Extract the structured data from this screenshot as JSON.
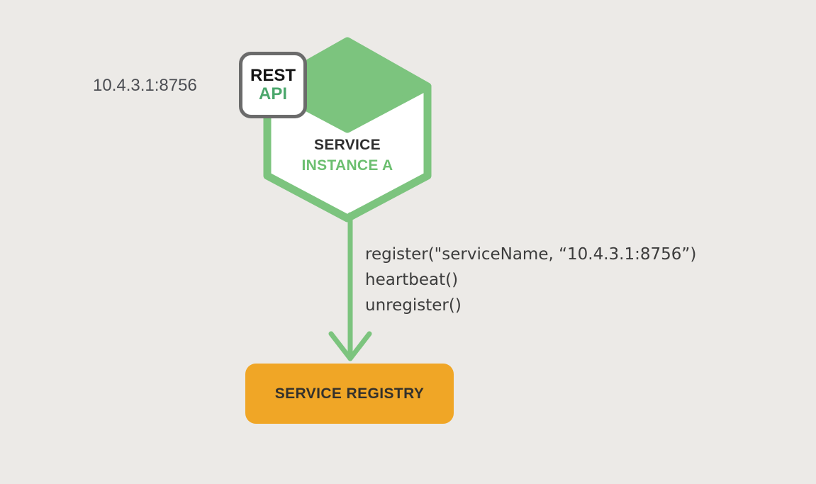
{
  "diagram": {
    "title_semantic": "service self-registration pattern",
    "background_color": "#ECEAE7",
    "service_instance": {
      "endpoint_label": "10.4.3.1:8756",
      "badge": {
        "line1": "REST",
        "line2": "API"
      },
      "name_line1": "SERVICE",
      "name_line2": "INSTANCE A"
    },
    "arrow": {
      "direction": "down",
      "calls": [
        "register(\"serviceName, “10.4.3.1:8756”)",
        "heartbeat()",
        "unregister()"
      ]
    },
    "registry": {
      "label": "SERVICE REGISTRY"
    },
    "colors": {
      "hexagon_green": "#7CC47E",
      "instance_text_green": "#6CBF70",
      "api_text_green": "#4BA76C",
      "registry_orange": "#F0A626",
      "call_text": "#3C3C3C",
      "endpoint_text": "#4C4E53",
      "badge_border": "#6B6B6B"
    }
  }
}
